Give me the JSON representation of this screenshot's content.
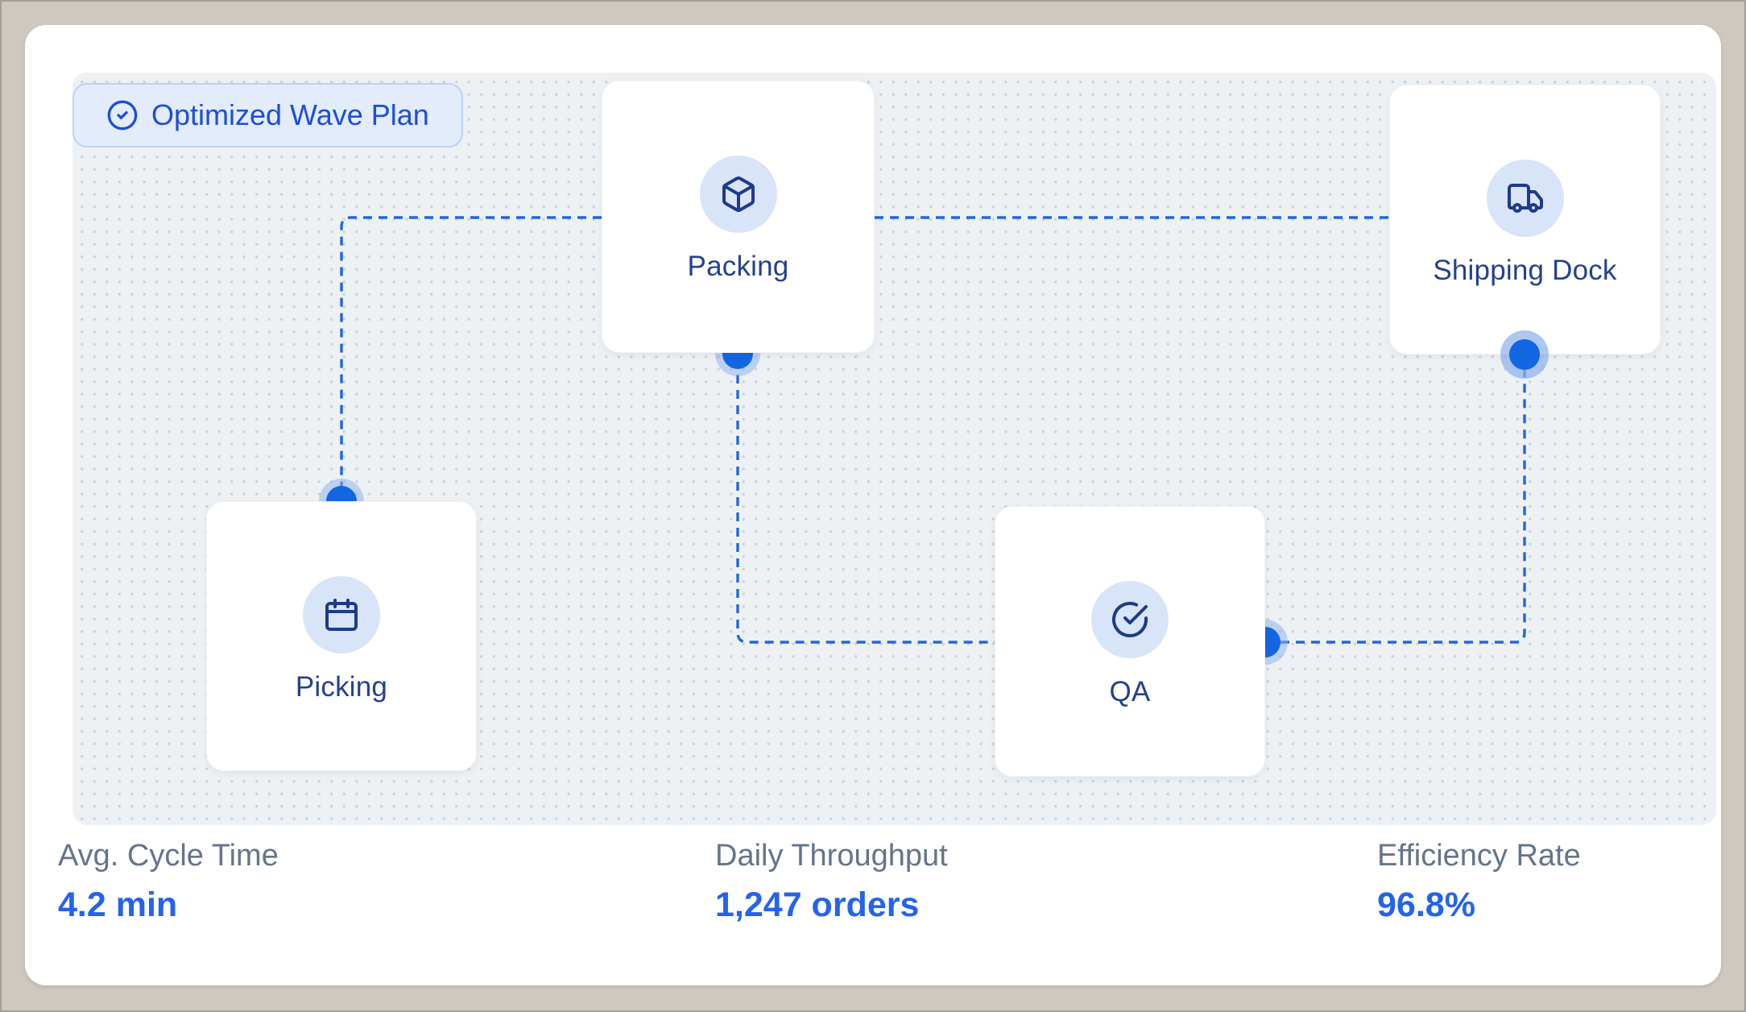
{
  "badge": {
    "label": "Optimized Wave Plan",
    "icon": "circle-check-icon"
  },
  "nodes": [
    {
      "id": "packing",
      "label": "Packing",
      "icon": "package-icon"
    },
    {
      "id": "picking",
      "label": "Picking",
      "icon": "calendar-icon"
    },
    {
      "id": "qa",
      "label": "QA",
      "icon": "circle-check-icon"
    },
    {
      "id": "shipping-dock",
      "label": "Shipping Dock",
      "icon": "truck-icon"
    }
  ],
  "edges": [
    {
      "from": "packing",
      "to": "picking",
      "style": "dashed"
    },
    {
      "from": "packing",
      "to": "qa",
      "style": "dashed"
    },
    {
      "from": "qa",
      "to": "shipping-dock",
      "style": "dashed"
    },
    {
      "from": "packing",
      "to": "shipping-dock",
      "style": "dashed"
    }
  ],
  "stats": [
    {
      "label": "Avg. Cycle Time",
      "value": "4.2 min"
    },
    {
      "label": "Daily Throughput",
      "value": "1,247 orders"
    },
    {
      "label": "Efficiency Rate",
      "value": "96.8%"
    }
  ],
  "colors": {
    "page_background": "#cec8be",
    "canvas_background": "#edf1f4",
    "grid_dot": "#ccd4dc",
    "edge_blue": "#2267db",
    "handle_blue": "#1366e2",
    "node_text": "#24418f",
    "icon_navy": "#1e3a8a",
    "icon_circle_bg": "#d8e4f8",
    "badge_bg": "#e3ecfb",
    "badge_border": "#bcd1f5",
    "badge_text": "#1d4ed8",
    "stat_label_gray": "#64748b",
    "stat_value_blue": "#2463eb"
  }
}
